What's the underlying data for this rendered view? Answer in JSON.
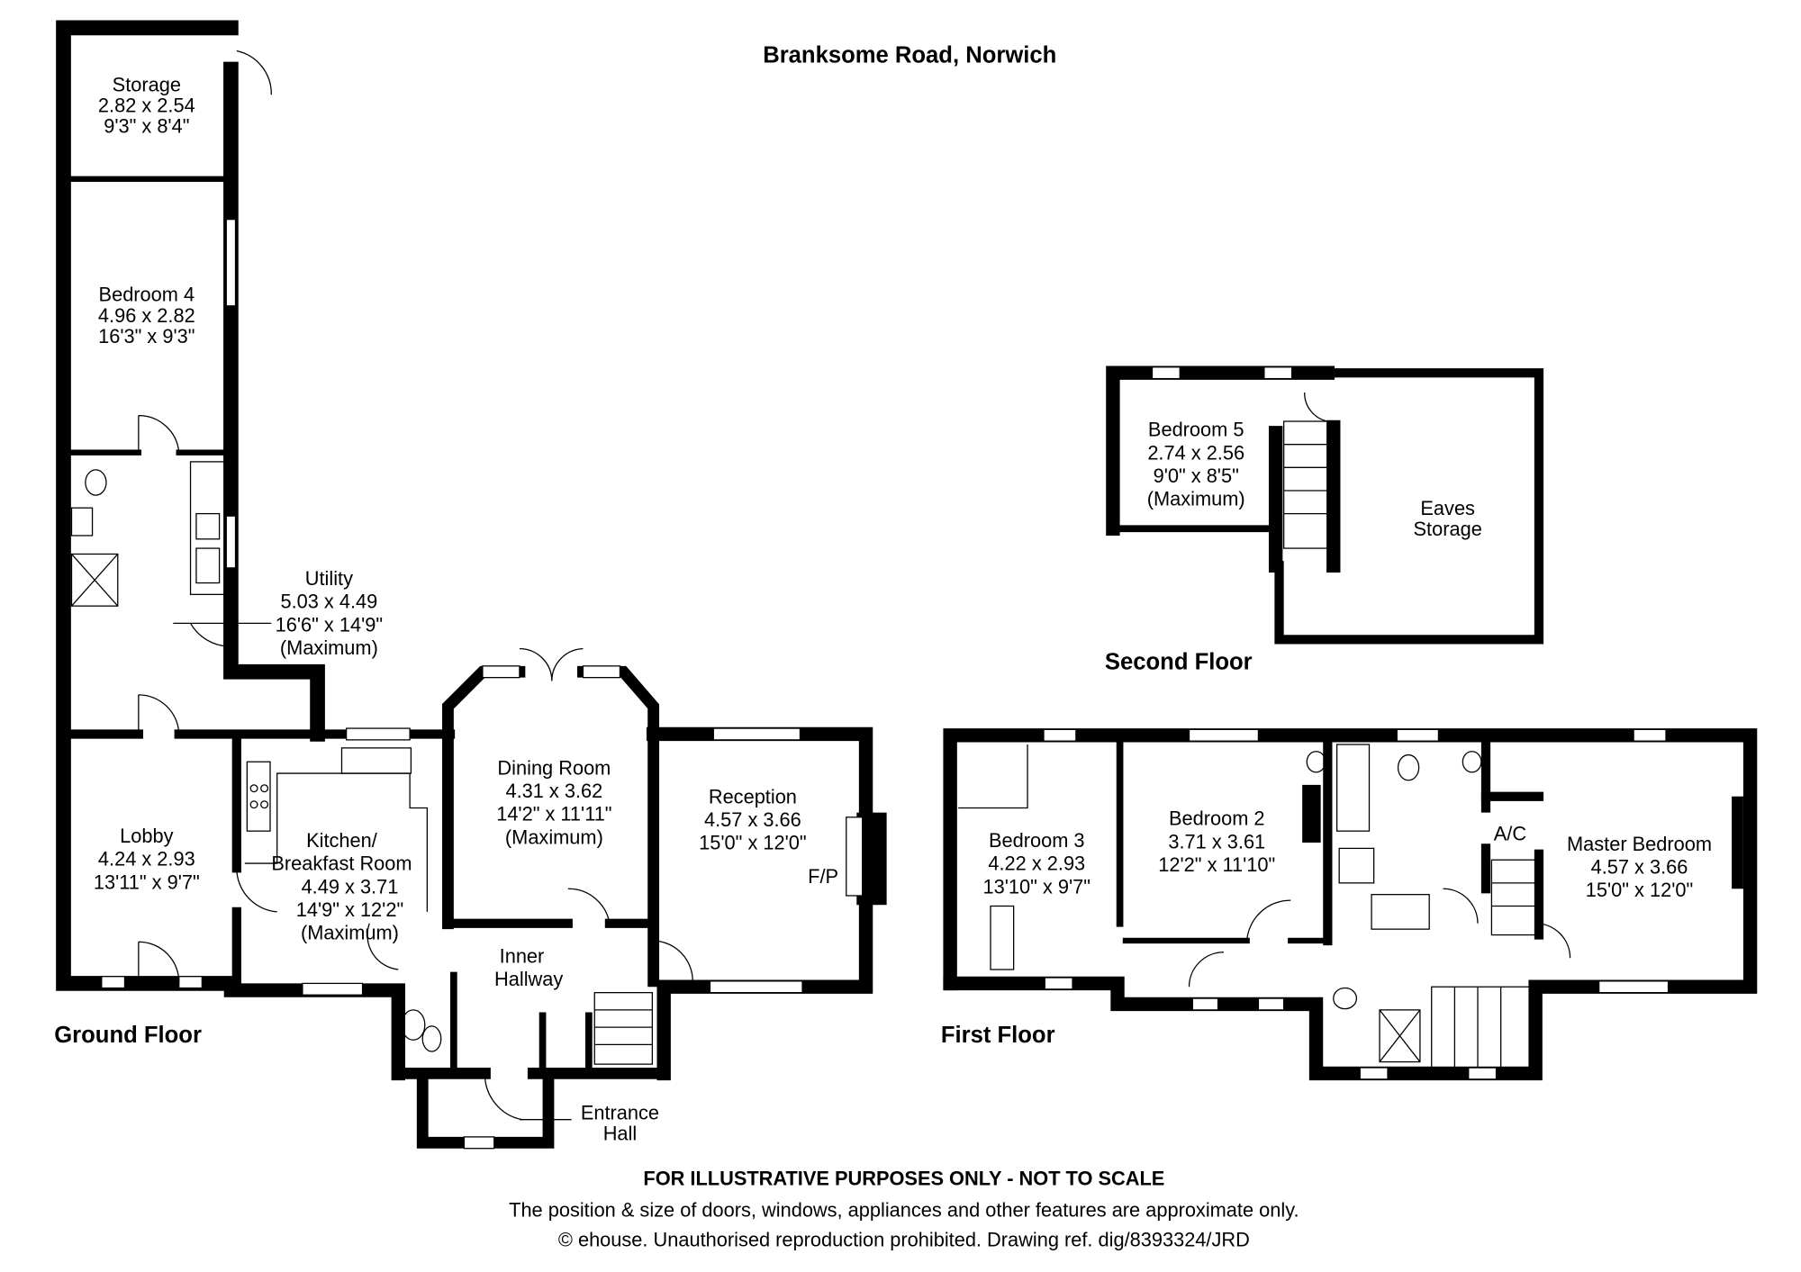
{
  "title": "Branksome Road, Norwich",
  "floors": {
    "ground": "Ground Floor",
    "first": "First Floor",
    "second": "Second Floor"
  },
  "rooms": {
    "storage": [
      "Storage",
      "2.82 x 2.54",
      "9'3\" x 8'4\""
    ],
    "bedroom4": [
      "Bedroom 4",
      "4.96 x 2.82",
      "16'3\" x 9'3\""
    ],
    "utility": [
      "Utility",
      "5.03 x 4.49",
      "16'6\" x 14'9\"",
      "(Maximum)"
    ],
    "lobby": [
      "Lobby",
      "4.24 x 2.93",
      "13'11\" x 9'7\""
    ],
    "kitchen": [
      "Kitchen/",
      "Breakfast Room",
      "4.49 x 3.71",
      "14'9\" x 12'2\"",
      "(Maximum)"
    ],
    "dining": [
      "Dining Room",
      "4.31 x 3.62",
      "14'2\" x 11'11\"",
      "(Maximum)"
    ],
    "reception": [
      "Reception",
      "4.57 x 3.66",
      "15'0\" x 12'0\""
    ],
    "fireplace": "F/P",
    "inner_hallway": [
      "Inner",
      "Hallway"
    ],
    "entrance_hall": [
      "Entrance",
      "Hall"
    ],
    "bedroom5": [
      "Bedroom 5",
      "2.74 x 2.56",
      "9'0\" x 8'5\"",
      "(Maximum)"
    ],
    "eaves": [
      "Eaves",
      "Storage"
    ],
    "bedroom3": [
      "Bedroom 3",
      "4.22 x 2.93",
      "13'10\" x 9'7\""
    ],
    "bedroom2": [
      "Bedroom 2",
      "3.71 x 3.61",
      "12'2\" x 11'10\""
    ],
    "airing_cupboard": "A/C",
    "master": [
      "Master Bedroom",
      "4.57 x 3.66",
      "15'0\" x 12'0\""
    ]
  },
  "footer": {
    "disclaimer": "FOR ILLUSTRATIVE PURPOSES ONLY - NOT TO SCALE",
    "note": "The position & size of doors, windows, appliances and other features are approximate only.",
    "copyright": "© ehouse. Unauthorised reproduction prohibited. Drawing ref. dig/8393324/JRD"
  }
}
